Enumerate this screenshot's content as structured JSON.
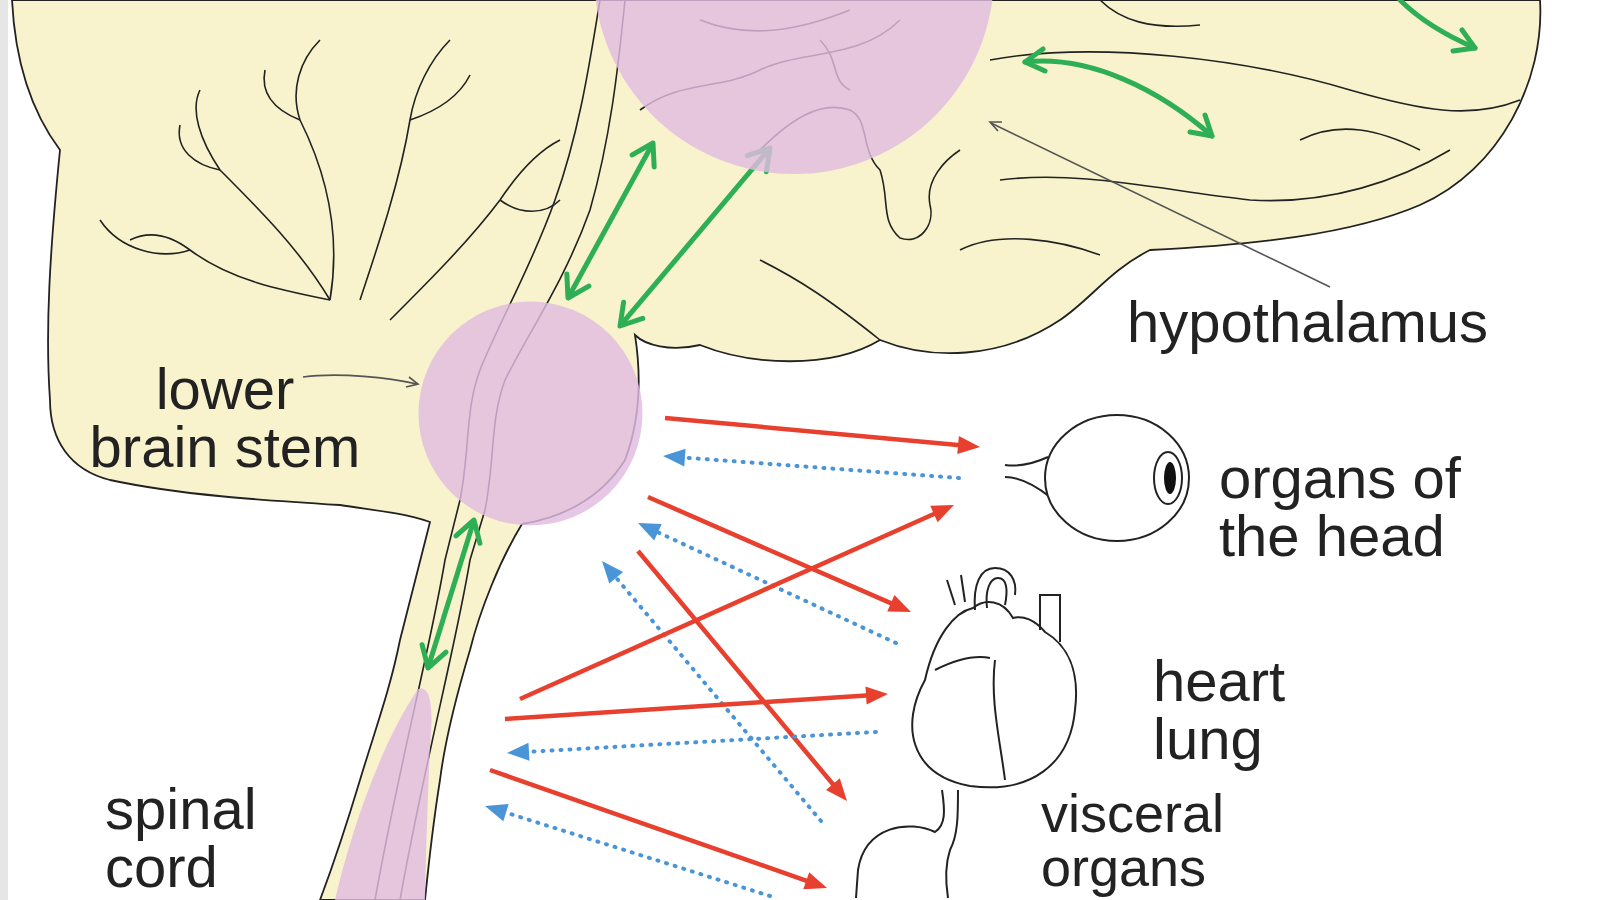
{
  "diagram": {
    "nodes": [
      {
        "text": [
          "hypothalamus"
        ]
      },
      {
        "text": [
          "lower brain stem"
        ]
      },
      {
        "text": [
          "spinal cord"
        ]
      },
      {
        "text": [
          "organs of the head"
        ]
      },
      {
        "text": [
          "heart lung"
        ]
      },
      {
        "text": [
          "visceral organs"
        ]
      }
    ],
    "edges": [
      {
        "from": 0,
        "to": 1,
        "arrow": "both"
      },
      {
        "from": 0,
        "to": 1,
        "arrow": "both"
      },
      {
        "from": 1,
        "to": 2,
        "arrow": "both"
      },
      {
        "from": 1,
        "to": 3,
        "arrow": "to"
      },
      {
        "from": 3,
        "to": 1,
        "arrow": "to"
      },
      {
        "from": 1,
        "to": 4,
        "arrow": "to"
      },
      {
        "from": 4,
        "to": 1,
        "arrow": "to"
      },
      {
        "from": 1,
        "to": 5,
        "arrow": "to"
      },
      {
        "from": 5,
        "to": 1,
        "arrow": "to"
      },
      {
        "from": 2,
        "to": 3,
        "arrow": "to"
      },
      {
        "from": 2,
        "to": 4,
        "arrow": "to"
      },
      {
        "from": 4,
        "to": 2,
        "arrow": "to"
      },
      {
        "from": 2,
        "to": 5,
        "arrow": "to"
      },
      {
        "from": 5,
        "to": 2,
        "arrow": "to"
      }
    ]
  }
}
